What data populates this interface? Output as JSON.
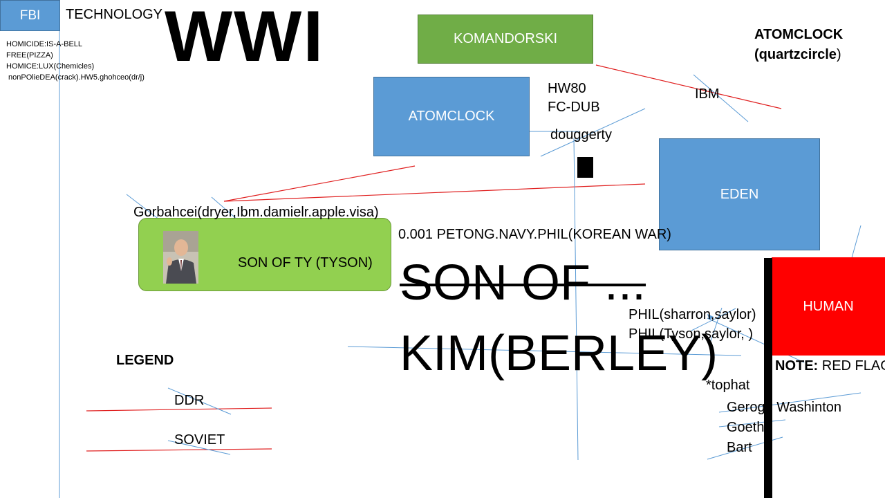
{
  "fbi_box": {
    "label": "FBI"
  },
  "technology": "TECHNOLOGY",
  "headline": "WWI",
  "notes_list": [
    "HOMICIDE:IS-A-BELL",
    "FREE(PIZZA)",
    "HOMICE:LUX(Chemicles)",
    " nonPOlieDEA(crack).HW5.ghohceo(dr/j)"
  ],
  "komandorski": "KOMANDORSKI",
  "atomclock_box": "ATOMCLOCK",
  "atomclock_title": {
    "line1": "ATOMCLOCK",
    "line2_bold": "(quartzcircle",
    "line2_rest": ")"
  },
  "hw_lines": [
    "HW80",
    "FC-DUB"
  ],
  "douggerty": "douggerty",
  "ibm": "IBM",
  "eden": "EDEN",
  "gorbachev_label": "Gorbahcei(dryer,Ibm.damielr.apple.visa)",
  "son_of_ty": "SON OF TY (TYSON)",
  "petong": "0.001 PETONG.NAVY.PHIL(KOREAN WAR)",
  "son_of": "SON OF ...",
  "kim": "KIM(BERLEY)",
  "phil_lines": [
    "PHIL(sharron,saylor)",
    "PHIL(Tyson,saylor, )"
  ],
  "human": "HUMAN",
  "note": {
    "bold": "NOTE:",
    "rest": " RED FLAG"
  },
  "tophat": "*tophat",
  "names": [
    "Geroge Washinton",
    "Goethe",
    "Bart"
  ],
  "legend": {
    "title": "LEGEND",
    "items": [
      "DDR",
      "SOVIET"
    ]
  },
  "colors": {
    "blue_box": "#5b9bd5",
    "green_box": "#70ad47",
    "light_green_box": "#92d050",
    "red_box": "#ff0000",
    "red_line": "#e02020",
    "blue_line": "#5b9bd5"
  }
}
